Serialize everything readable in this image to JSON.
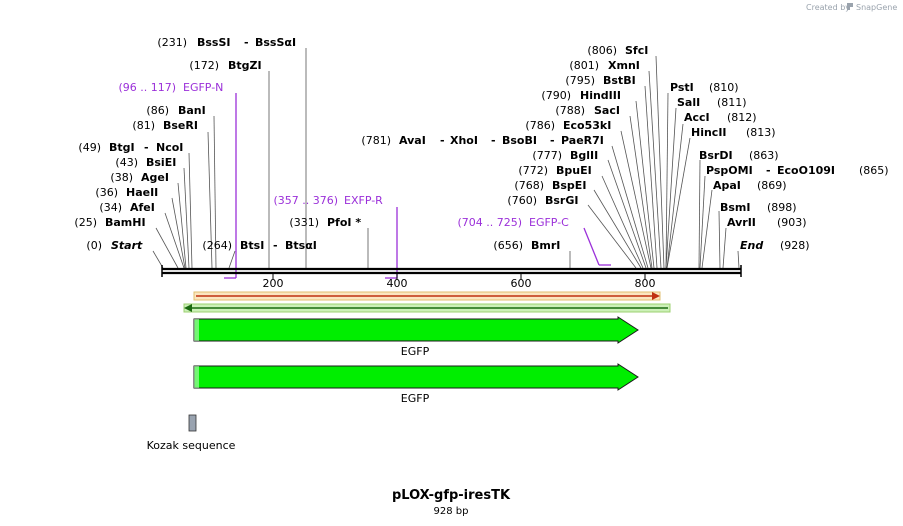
{
  "credit": "Created by",
  "brand": "SnapGene",
  "title": "pLOX-gfp-iresTK",
  "length_label": "928 bp",
  "axis_ticks": [
    "200",
    "400",
    "600",
    "800"
  ],
  "sites": [
    {
      "pos": "(231)",
      "name": "BssSI",
      "sep": "-",
      "name2": "BssSαI"
    },
    {
      "pos": "(172)",
      "name": "BtgZI"
    },
    {
      "pos": "(86)",
      "name": "BanI"
    },
    {
      "pos": "(81)",
      "name": "BseRI"
    },
    {
      "pos": "(49)",
      "name": "BtgI",
      "sep": "-",
      "name2": "NcoI"
    },
    {
      "pos": "(43)",
      "name": "BsiEI"
    },
    {
      "pos": "(38)",
      "name": "AgeI"
    },
    {
      "pos": "(36)",
      "name": "HaeII"
    },
    {
      "pos": "(34)",
      "name": "AfeI"
    },
    {
      "pos": "(25)",
      "name": "BamHI"
    },
    {
      "pos": "(0)",
      "name": "Start"
    },
    {
      "pos": "(264)",
      "name": "BtsI",
      "sep": "-",
      "name2": "BtsαI"
    },
    {
      "pos": "(331)",
      "name": "PfoI *"
    },
    {
      "pos": "(781)",
      "name": "AvaI",
      "sep": "-",
      "name2": "XhoI",
      "sep2": "-",
      "name3": "BsoBI",
      "sep3": "-",
      "name4": "PaeR7I"
    },
    {
      "pos": "(777)",
      "name": "BglII"
    },
    {
      "pos": "(772)",
      "name": "BpuEI"
    },
    {
      "pos": "(768)",
      "name": "BspEI"
    },
    {
      "pos": "(760)",
      "name": "BsrGI"
    },
    {
      "pos": "(656)",
      "name": "BmrI"
    },
    {
      "pos": "(806)",
      "name": "SfcI"
    },
    {
      "pos": "(801)",
      "name": "XmnI"
    },
    {
      "pos": "(795)",
      "name": "BstBI"
    },
    {
      "pos": "(790)",
      "name": "HindIII"
    },
    {
      "pos": "(788)",
      "name": "SacI"
    },
    {
      "pos": "(786)",
      "name": "Eco53kI"
    },
    {
      "name": "PstI",
      "pos": "(810)"
    },
    {
      "name": "SalI",
      "pos": "(811)"
    },
    {
      "name": "AccI",
      "pos": "(812)"
    },
    {
      "name": "HincII",
      "pos": "(813)"
    },
    {
      "name": "BsrDI",
      "pos": "(863)"
    },
    {
      "name": "PspOMI",
      "sep": "-",
      "name2": "EcoO109I",
      "pos": "(865)"
    },
    {
      "name": "ApaI",
      "pos": "(869)"
    },
    {
      "name": "BsmI",
      "pos": "(898)"
    },
    {
      "name": "AvrII",
      "pos": "(903)"
    },
    {
      "name": "End",
      "pos": "(928)"
    }
  ],
  "primers": [
    {
      "range": "(96 .. 117)",
      "name": "EGFP-N"
    },
    {
      "range": "(357 .. 376)",
      "name": "EXFP-R"
    },
    {
      "range": "(704 .. 725)",
      "name": "EGFP-C"
    }
  ],
  "features": [
    {
      "name": "EGFP",
      "color": "#00ee00"
    },
    {
      "name": "EGFP",
      "color": "#00ee00"
    },
    {
      "name": "Kozak sequence",
      "color": "#99a3b0"
    }
  ],
  "colors": {
    "primer": "#9b30d9",
    "orf": "#e0bf70",
    "backbone": "#000000"
  }
}
